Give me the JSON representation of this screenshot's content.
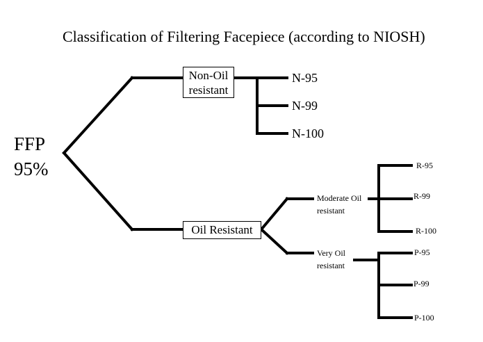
{
  "title": "Classification of Filtering Facepiece (according to NIOSH)",
  "root": {
    "line1": "FFP",
    "line2": "95%"
  },
  "non_oil": {
    "label_line1": "Non-Oil",
    "label_line2": "resistant",
    "items": [
      "N-95",
      "N-99",
      "N-100"
    ]
  },
  "oil": {
    "label": "Oil Resistant",
    "moderate": {
      "label_line1": "Moderate Oil",
      "label_line2": "resistant",
      "items": [
        "R-95",
        "R-99",
        "R-100"
      ]
    },
    "very": {
      "label_line1": "Very Oil",
      "label_line2": "resistant",
      "items": [
        "P-95",
        "P-99",
        "P-100"
      ]
    }
  }
}
